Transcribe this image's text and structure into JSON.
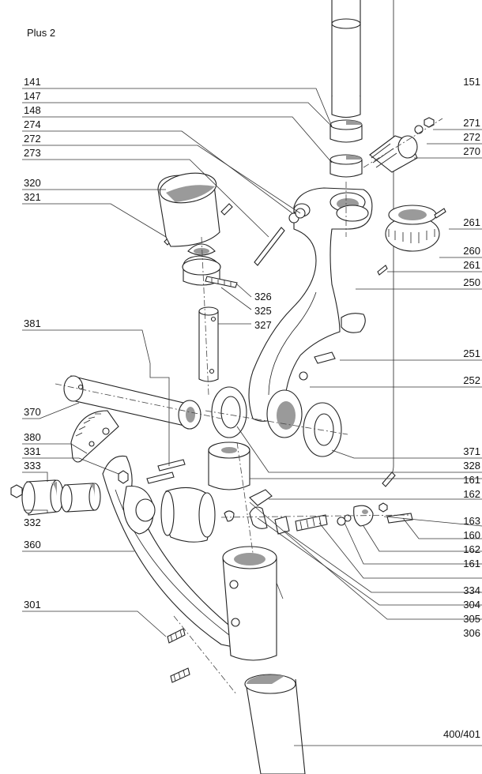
{
  "title": "Plus 2",
  "labels": [
    {
      "id": "141",
      "text": "141"
    },
    {
      "id": "147",
      "text": "147"
    },
    {
      "id": "148",
      "text": "148"
    },
    {
      "id": "274",
      "text": "274"
    },
    {
      "id": "272a",
      "text": "272"
    },
    {
      "id": "273",
      "text": "273"
    },
    {
      "id": "320",
      "text": "320"
    },
    {
      "id": "321",
      "text": "321"
    },
    {
      "id": "381",
      "text": "381"
    },
    {
      "id": "370",
      "text": "370"
    },
    {
      "id": "380",
      "text": "380"
    },
    {
      "id": "331",
      "text": "331"
    },
    {
      "id": "333",
      "text": "333"
    },
    {
      "id": "332",
      "text": "332"
    },
    {
      "id": "360",
      "text": "360"
    },
    {
      "id": "301",
      "text": "301"
    },
    {
      "id": "151",
      "text": "151"
    },
    {
      "id": "271",
      "text": "271"
    },
    {
      "id": "272b",
      "text": "272"
    },
    {
      "id": "270",
      "text": "270"
    },
    {
      "id": "261a",
      "text": "261"
    },
    {
      "id": "260",
      "text": "260"
    },
    {
      "id": "261b",
      "text": "261"
    },
    {
      "id": "250",
      "text": "250"
    },
    {
      "id": "326",
      "text": "326"
    },
    {
      "id": "325",
      "text": "325"
    },
    {
      "id": "327",
      "text": "327"
    },
    {
      "id": "251",
      "text": "251"
    },
    {
      "id": "252",
      "text": "252"
    },
    {
      "id": "371",
      "text": "371"
    },
    {
      "id": "328",
      "text": "328"
    },
    {
      "id": "161a",
      "text": "161"
    },
    {
      "id": "162a",
      "text": "162"
    },
    {
      "id": "163",
      "text": "163"
    },
    {
      "id": "160",
      "text": "160"
    },
    {
      "id": "162b",
      "text": "162"
    },
    {
      "id": "161b",
      "text": "161"
    },
    {
      "id": "334",
      "text": "334"
    },
    {
      "id": "304",
      "text": "304"
    },
    {
      "id": "305",
      "text": "305"
    },
    {
      "id": "306",
      "text": "306"
    },
    {
      "id": "400",
      "text": "400/401"
    }
  ]
}
